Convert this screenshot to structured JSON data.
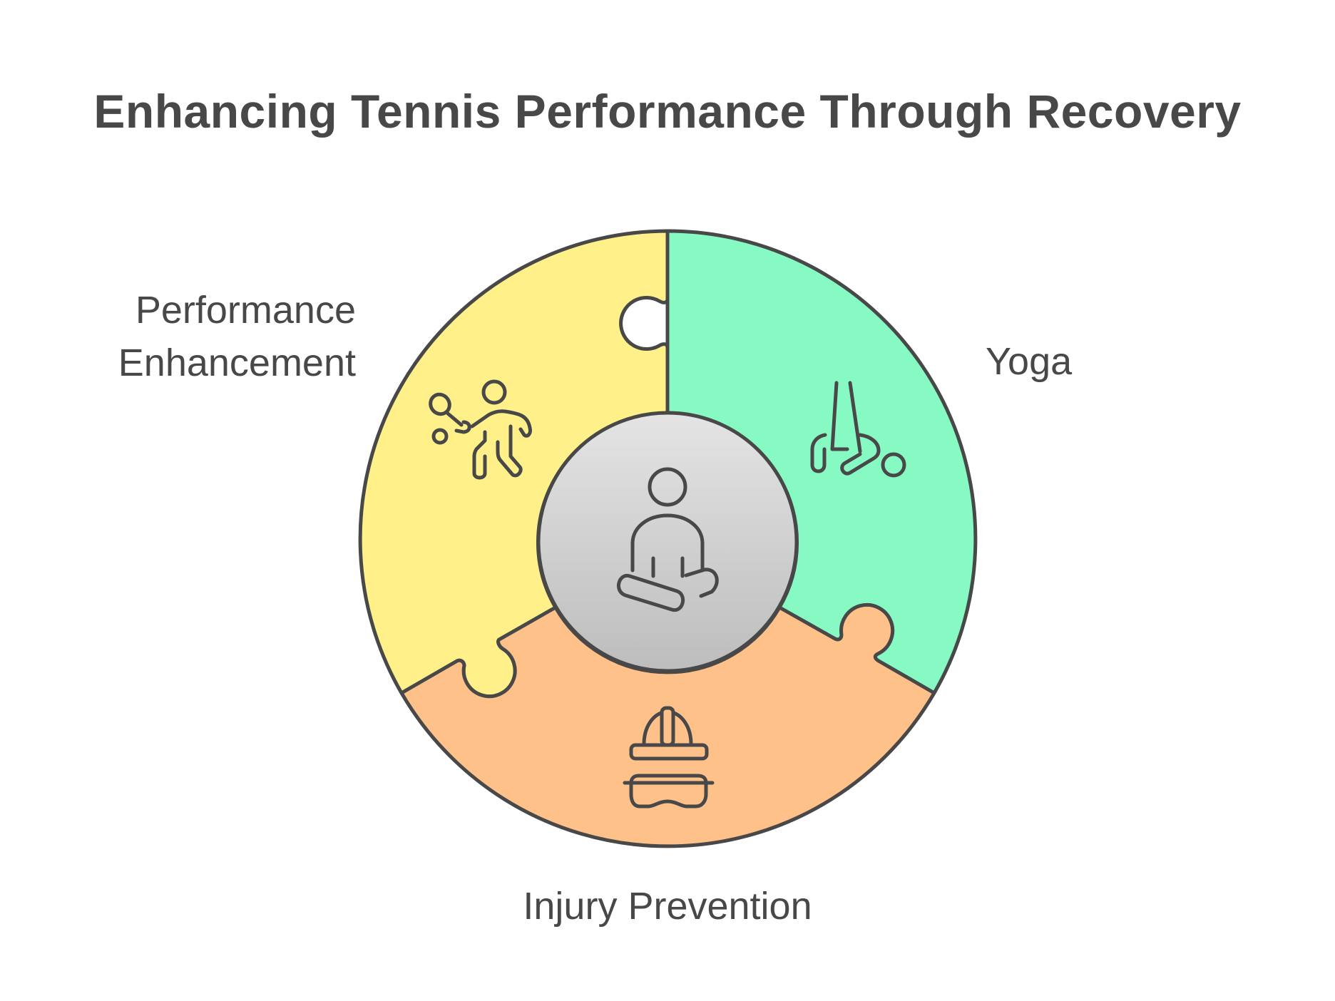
{
  "title": "Enhancing Tennis Performance Through Recovery",
  "segments": [
    {
      "id": "performance",
      "label_line1": "Performance",
      "label_line2": "Enhancement",
      "color": "#FFF08A",
      "icon": "tennis-player-icon"
    },
    {
      "id": "yoga",
      "label": "Yoga",
      "color": "#87F9C2",
      "icon": "yoga-pose-icon"
    },
    {
      "id": "injury",
      "label": "Injury Prevention",
      "color": "#FFC18A",
      "icon": "safety-gear-icon"
    }
  ],
  "center": {
    "icon": "meditation-icon",
    "color_top": "#E4E4E4",
    "color_bottom": "#BDBDBD"
  },
  "stroke_color": "#484848"
}
